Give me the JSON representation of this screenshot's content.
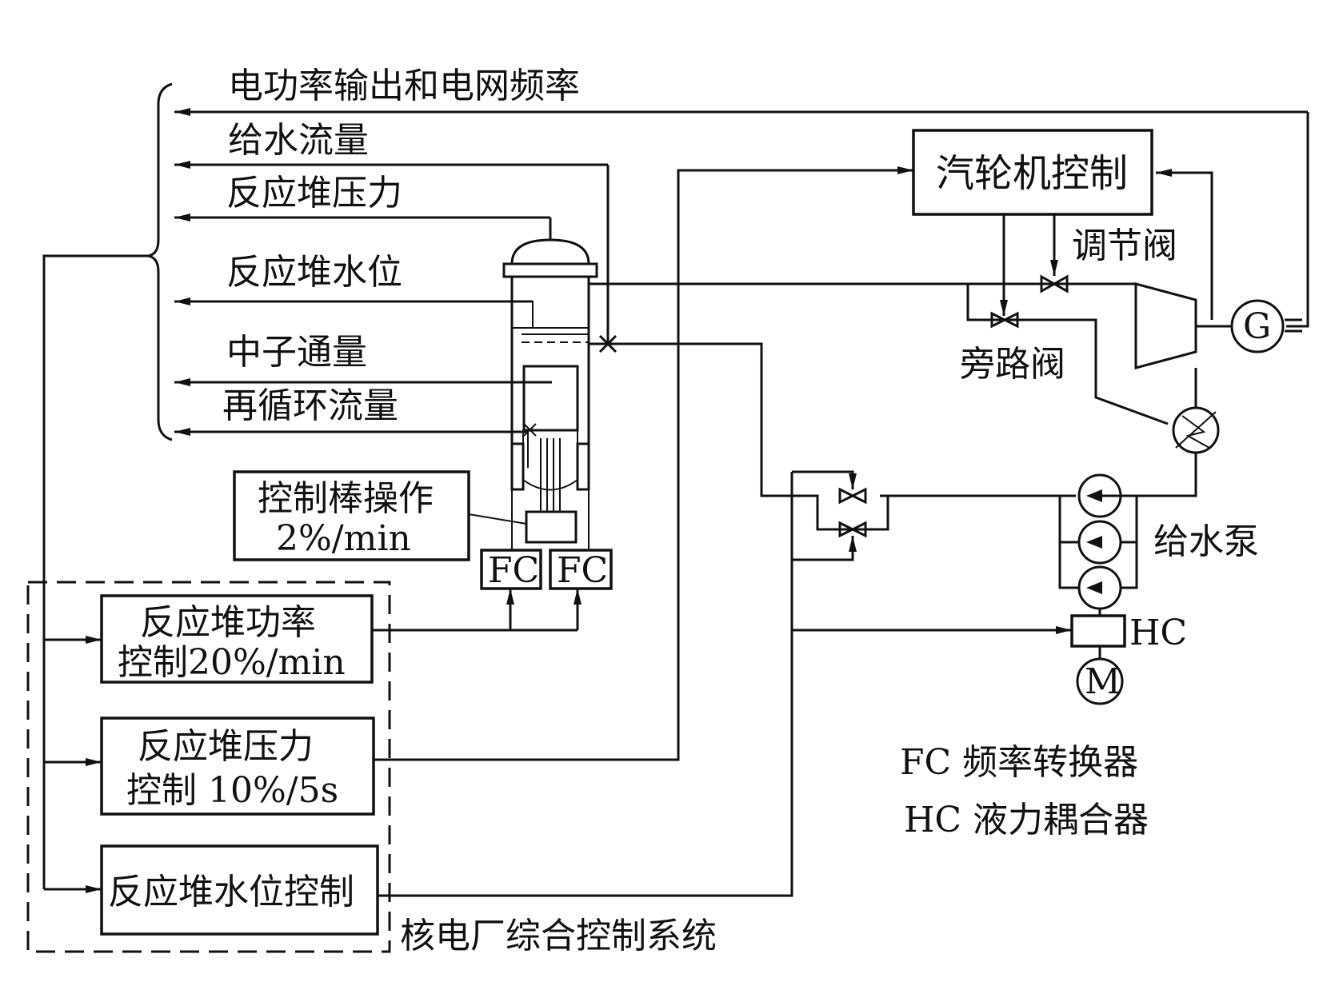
{
  "signals": {
    "power_freq": "电功率输出和电网频率",
    "feedwater_flow": "给水流量",
    "reactor_pressure": "反应堆压力",
    "reactor_water_level": "反应堆水位",
    "neutron_flux": "中子通量",
    "recirc_flow": "再循环流量"
  },
  "rod_control": {
    "line1": "控制棒操作",
    "line2": "2%/min"
  },
  "fc_left": "FC",
  "fc_right": "FC",
  "turbine_control": "汽轮机控制",
  "governor_valve": "调节阀",
  "bypass_valve": "旁路阀",
  "generator": "G",
  "feedwater_pump": "给水泵",
  "hc": "HC",
  "motor": "M",
  "power_ctrl": {
    "line1": "反应堆功率",
    "line2": "控制20%/min"
  },
  "pressure_ctrl": {
    "line1": "反应堆压力",
    "line2": "控制  10%/5s"
  },
  "level_ctrl": "反应堆水位控制",
  "system_label": "核电厂综合控制系统",
  "legend": {
    "fc": "FC 频率转换器",
    "hc": "HC 液力耦合器"
  }
}
